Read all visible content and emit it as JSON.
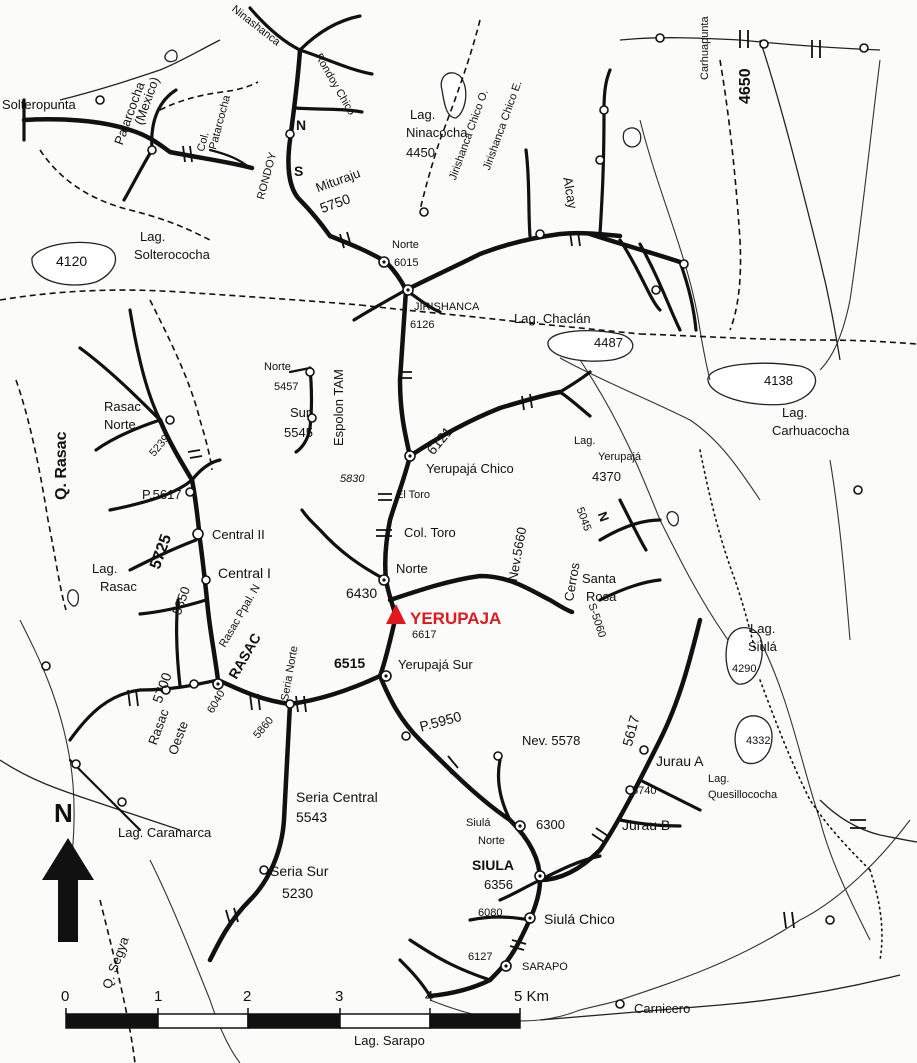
{
  "labels": {
    "solteropunta": "Solteropunta",
    "patarcocha": "Patarcocha",
    "mexico": "(Mexico)",
    "col": "Col.",
    "col_patarcocha": "Patarcocha",
    "ninashanca": "Ninashanca",
    "rondoy_chico": "Rondoy Chico",
    "rondoy": "RONDOY",
    "n": "N",
    "s": "S",
    "lag_ninacocha": "Lag.",
    "ninacocha": "Ninacocha",
    "ninacocha_alt": "4450",
    "mituraju": "Mituraju",
    "mituraju_alt": "5750",
    "jirishanca_chico_o": "Jirishanca Chico O.",
    "jirishanca_chico_e": "Jirishanca Chico E.",
    "alcay": "Alcay",
    "carhuapunta": "Carhuapunta",
    "pass_4650": "4650",
    "lake_4120": "4120",
    "lag_solterococha": "Lag.",
    "solterococha": "Solterococha",
    "norte_6015": "Norte",
    "alt_6015": "6015",
    "jirishanca": "JIRISHANCA",
    "alt_6126": "6126",
    "lag_chaclan": "Lag. Chaclán",
    "alt_4487": "4487",
    "tam_norte": "Norte",
    "alt_5457": "5457",
    "tam_sur": "Sur",
    "alt_5545": "5545",
    "espolon_tam": "Espolon TAM",
    "rasac_norte_1": "Rasac",
    "rasac_norte_2": "Norte",
    "alt_5239": "5239",
    "q_rasac": "Q. Rasac",
    "p5617": "P.5617",
    "alt_5725": "5725",
    "central_ii": "Central II",
    "central_i": "Central I",
    "alt_5850": "5850",
    "rasac_ppal_n": "Rasac Ppal. N",
    "rasac": "RASAC",
    "lag_rasac_1": "Lag.",
    "lag_rasac_2": "Rasac",
    "alt_6121": "6121",
    "yerupaja_chico": "Yerupajá Chico",
    "alt_5830": "5830",
    "el_toro": "El Toro",
    "col_toro": "Col. Toro",
    "nev_5660": "Nev.5660",
    "norte_yerupaja": "Norte",
    "alt_6430": "6430",
    "yerupaja": "YERUPAJA",
    "alt_6617": "6617",
    "alt_4138": "4138",
    "lag_carhuacocha_1": "Lag.",
    "lag_carhuacocha_2": "Carhuacocha",
    "lag_yerupaja_1": "Lag.",
    "lag_yerupaja_2": "Yerupajá",
    "alt_4370": "4370",
    "alt_5045": "5045",
    "n_5045": "N",
    "cerros": "Cerros",
    "santa": "Santa",
    "rosa": "Rosa",
    "s_5060": "S-5060",
    "alt_4290": "4290",
    "lag_siula_1": "Lag.",
    "lag_siula_2": "Siulá",
    "alt_6515": "6515",
    "yerupaja_sur": "Yerupajá Sur",
    "alt_5700": "5700",
    "rasac_oeste_1": "Rasac",
    "rasac_oeste_2": "Oeste",
    "alt_6040": "6040",
    "seria_norte": "Seria Norte",
    "alt_5860": "5860",
    "p5950": "P.5950",
    "nev_5578": "Nev. 5578",
    "alt_5617": "5617",
    "jurau_a": "Jurau A",
    "alt_4332": "4332",
    "lag_quesillococha_1": "Lag.",
    "lag_quesillococha_2": "Quesillococha",
    "seria_central": "Seria Central",
    "alt_5543": "5543",
    "siula_norte_1": "Siulá",
    "siula_norte_2": "Norte",
    "alt_6300": "6300",
    "alt_5740": "5740",
    "jurau_b": "Jurau B",
    "north_arrow": "N",
    "lag_caramarca": "Lag. Caramarca",
    "siula": "SIULA",
    "alt_6356": "6356",
    "seria_sur": "Seria Sur",
    "alt_5230": "5230",
    "alt_6080": "6080",
    "siula_chico": "Siulá Chico",
    "q_segya": "Q. Segya",
    "alt_6127": "6127",
    "sarapo": "SARAPO",
    "carnicero": "Carnicero",
    "lag_sarapo": "Lag. Sarapo"
  },
  "scale": {
    "ticks": [
      "0",
      "1",
      "2",
      "3",
      "4",
      "5 Km"
    ]
  },
  "colors": {
    "summit_marker": "#e0191f",
    "ink": "#111111",
    "paper": "#fbfbf9"
  }
}
